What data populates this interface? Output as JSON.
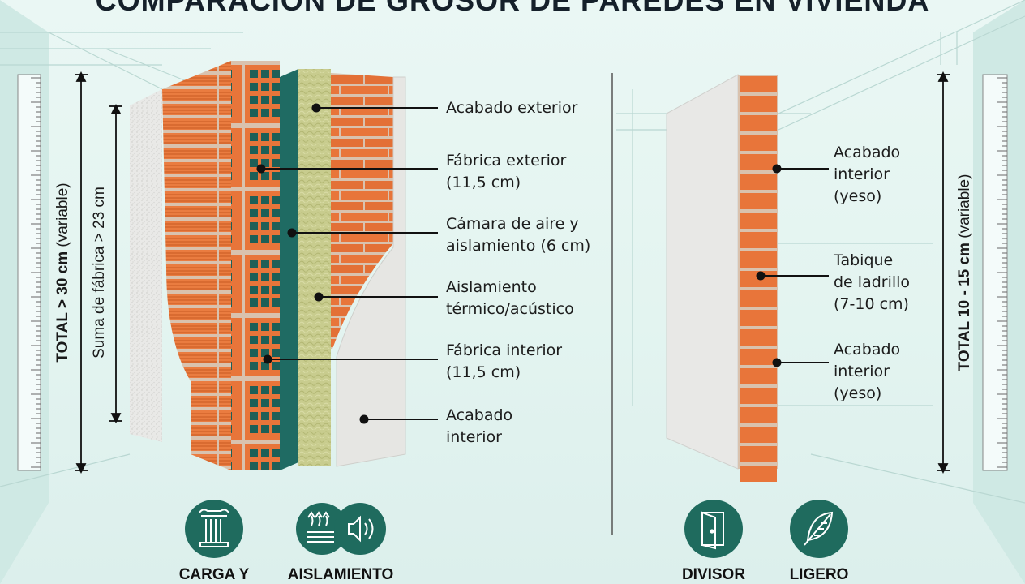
{
  "title": "COMPARACIÓN DE GROSOR DE PAREDES EN VIVIENDA",
  "left_wall": {
    "layers": [
      {
        "lines": [
          "Acabado exterior"
        ]
      },
      {
        "lines": [
          "Fábrica exterior",
          "(11,5 cm)"
        ]
      },
      {
        "lines": [
          "Cámara de aire y",
          "aislamiento (6 cm)"
        ]
      },
      {
        "lines": [
          "Aislamiento",
          "térmico/acústico"
        ]
      },
      {
        "lines": [
          "Fábrica interior",
          "(11,5 cm)"
        ]
      },
      {
        "lines": [
          "Acabado",
          "interior"
        ]
      }
    ],
    "total_bold": "TOTAL > 30 cm",
    "total_note": " (variable)",
    "sum_label": "Suma de fábrica > 23 cm",
    "badges": [
      {
        "icon": "column-icon",
        "caption": "CARGA Y"
      },
      {
        "icon": "heat-sound-icon",
        "caption": "AISLAMIENTO"
      }
    ]
  },
  "right_wall": {
    "layers": [
      {
        "lines": [
          "Acabado",
          "interior",
          "(yeso)"
        ]
      },
      {
        "lines": [
          "Tabique",
          "de ladrillo",
          "(7-10 cm)"
        ]
      },
      {
        "lines": [
          "Acabado",
          "interior",
          "(yeso)"
        ]
      }
    ],
    "total_bold": "TOTAL 10 - 15 cm",
    "total_note": " (variable)",
    "badges": [
      {
        "icon": "door-icon",
        "caption": "DIVISOR"
      },
      {
        "icon": "feather-icon",
        "caption": "LIGERO"
      }
    ]
  },
  "colors": {
    "brick": "#e8753a",
    "brick_dark": "#c85a22",
    "mortar": "#d9c2ae",
    "insulation": "#c3c98a",
    "air_gap": "#1f6b63",
    "plaster": "#e6e6e3",
    "badge": "#1f6b5e",
    "text": "#1c1c1c"
  }
}
